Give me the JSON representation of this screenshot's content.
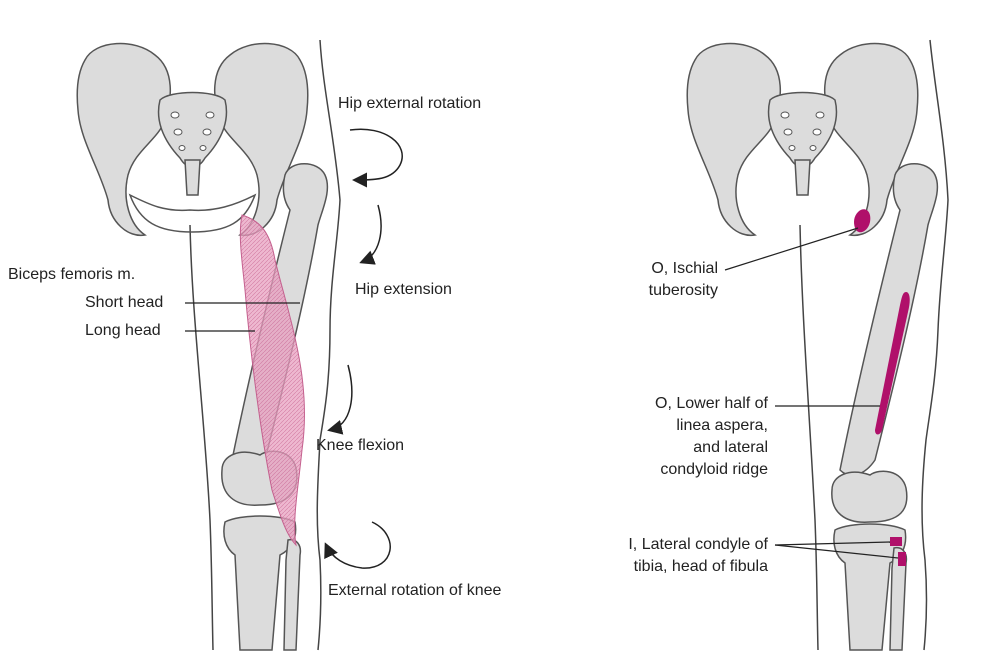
{
  "left_panel": {
    "muscle_label": "Biceps femoris m.",
    "short_head": "Short head",
    "long_head": "Long head",
    "actions": [
      {
        "id": "hip-external-rotation",
        "label": "Hip external rotation"
      },
      {
        "id": "hip-extension",
        "label": "Hip extension"
      },
      {
        "id": "knee-flexion",
        "label": "Knee flexion"
      },
      {
        "id": "external-rotation-of-knee",
        "label": "External rotation of knee"
      }
    ]
  },
  "right_panel": {
    "origin_1": [
      "O, Ischial",
      "tuberosity"
    ],
    "origin_2": [
      "O, Lower half of",
      "linea aspera,",
      "and lateral",
      "condyloid ridge"
    ],
    "insertion": [
      "I, Lateral condyle of",
      "tibia, head of fibula"
    ]
  },
  "colors": {
    "bone_fill": "#dcdcdc",
    "bone_stroke": "#555555",
    "muscle": "#e8a0c0",
    "muscle_stroke": "#c4608e",
    "attachment": "#b0106a",
    "line": "#222222"
  }
}
